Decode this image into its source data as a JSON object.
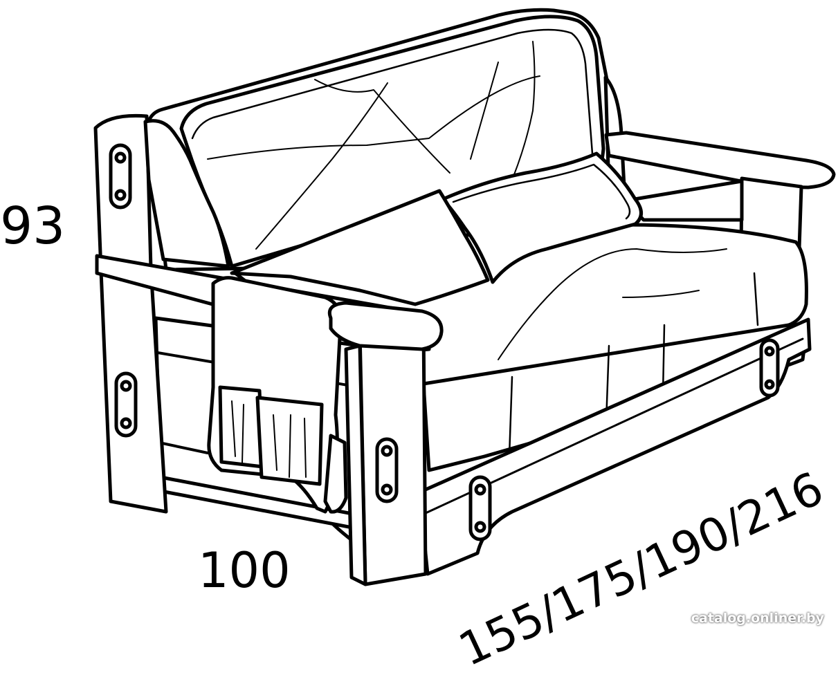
{
  "dimensions": {
    "height": "93",
    "depth": "100",
    "width": "155/175/190/216"
  },
  "watermark": "catalog.onliner.by",
  "colors": {
    "line": "#000000",
    "background": "#ffffff",
    "fill": "#ffffff"
  }
}
